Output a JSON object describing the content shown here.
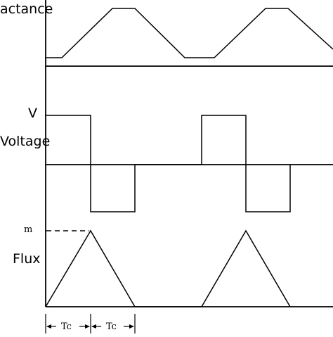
{
  "labels": {
    "reactance": "actance",
    "v_level": "V",
    "voltage": "Voltage",
    "flux_max": "m",
    "flux": "Flux",
    "tc_1": "Tc",
    "tc_2": "Tc"
  },
  "colors": {
    "stroke": "#000000",
    "background": "#ffffff"
  }
}
